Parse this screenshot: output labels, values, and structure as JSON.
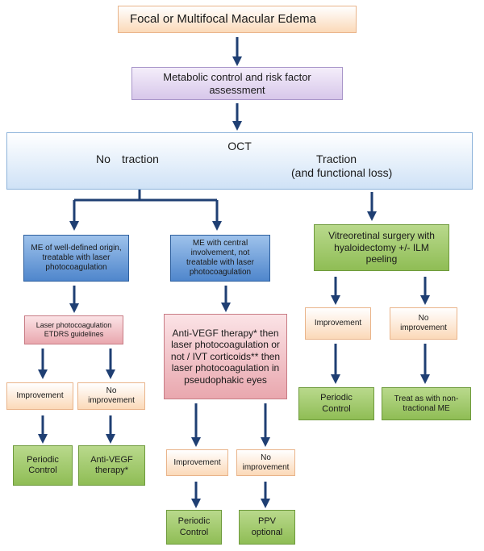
{
  "nodes": {
    "top": "Focal or Multifocal Macular Edema",
    "metabolic": "Metabolic control and risk factor assessment",
    "oct_title": "OCT",
    "oct_no": "No",
    "oct_no_traction": "traction",
    "oct_traction": "Traction",
    "oct_functional": "(and functional loss)",
    "me_well_defined": "ME of well-defined origin, treatable with laser photocoagulation",
    "me_central": "ME with central involvement, not treatable with laser photocoagulation",
    "vitreoretinal": "Vitreoretinal surgery with hyaloidectomy +/- ILM peeling",
    "laser_etdrs": "Laser photocoagulation ETDRS guidelines",
    "anti_vegf_combo": "Anti-VEGF therapy* then laser photocoagulation or not / IVT corticoids** then laser photocoagulation in pseudophakic eyes",
    "improvement_1": "Improvement",
    "no_improvement_1": "No improvement",
    "improvement_2": "Improvement",
    "no_improvement_2": "No improvement",
    "improvement_3": "Improvement",
    "no_improvement_3": "No improvement",
    "periodic_1": "Periodic Control",
    "anti_vegf_star": "Anti-VEGF therapy*",
    "periodic_2": "Periodic Control",
    "ppv": "PPV optional",
    "periodic_3": "Periodic Control",
    "treat_non_tractional": "Treat as with non-tractional ME"
  },
  "colors": {
    "arrow": "#1f3f73"
  }
}
